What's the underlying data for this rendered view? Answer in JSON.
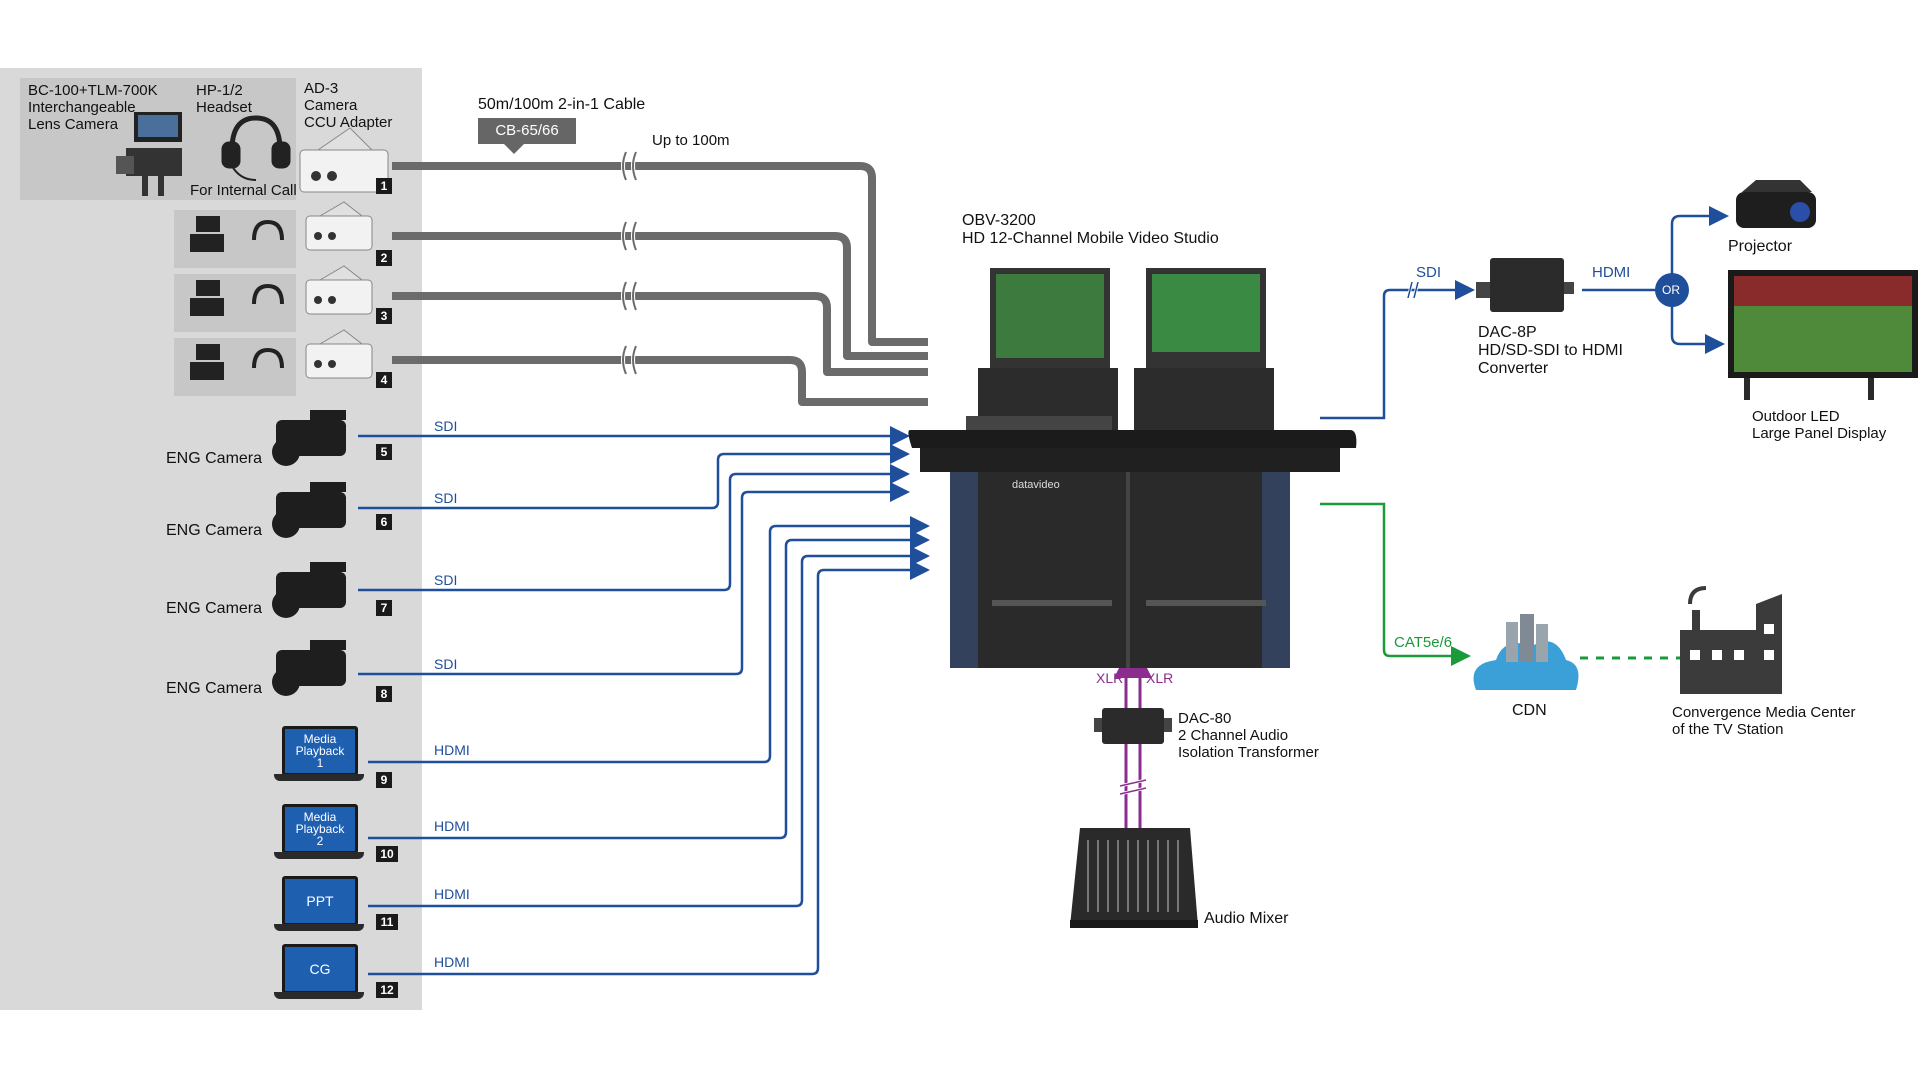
{
  "colors": {
    "panel": "#d9d9d9",
    "gray_cable": "#6b6b6b",
    "sdi_hdmi": "#1f4e9b",
    "network": "#1a9a3a",
    "audio": "#8b2d8f"
  },
  "ccu_group": {
    "camera_label_lines": [
      "BC-100+TLM-700K",
      "Interchangeable",
      "Lens Camera"
    ],
    "headset_label_lines": [
      "HP-1/2",
      "Headset"
    ],
    "adapter_label_lines": [
      "AD-3",
      "Camera",
      "CCU Adapter"
    ],
    "internal_call": "For Internal Call"
  },
  "cable": {
    "title": "50m/100m 2-in-1 Cable",
    "model": "CB-65/66",
    "distance": "Up to 100m"
  },
  "numbers": [
    "1",
    "2",
    "3",
    "4",
    "5",
    "6",
    "7",
    "8",
    "9",
    "10",
    "11",
    "12"
  ],
  "eng_cameras": [
    {
      "label": "ENG Camera",
      "link": "SDI"
    },
    {
      "label": "ENG Camera",
      "link": "SDI"
    },
    {
      "label": "ENG Camera",
      "link": "SDI"
    },
    {
      "label": "ENG Camera",
      "link": "SDI"
    }
  ],
  "laptops": [
    {
      "screen_lines": [
        "Media",
        "Playback",
        "1"
      ],
      "link": "HDMI"
    },
    {
      "screen_lines": [
        "Media",
        "Playback",
        "2"
      ],
      "link": "HDMI"
    },
    {
      "screen_lines": [
        "PPT"
      ],
      "link": "HDMI"
    },
    {
      "screen_lines": [
        "CG"
      ],
      "link": "HDMI"
    }
  ],
  "studio": {
    "model": "OBV-3200",
    "description": "HD 12-Channel Mobile Video Studio",
    "brand": "datavideo"
  },
  "output": {
    "sdi_label": "SDI",
    "converter_lines": [
      "DAC-8P",
      "HD/SD-SDI to HDMI",
      "Converter"
    ],
    "hdmi_label": "HDMI",
    "or_label": "OR",
    "projector": "Projector",
    "led_lines": [
      "Outdoor LED",
      "Large Panel Display"
    ]
  },
  "network": {
    "link": "CAT5e/6",
    "cdn": "CDN",
    "media_center_lines": [
      "Convergence Media Center",
      "of the TV Station"
    ]
  },
  "audio": {
    "xlr_left": "XLR",
    "xlr_right": "XLR",
    "transformer_lines": [
      "DAC-80",
      "2 Channel Audio",
      "Isolation Transformer"
    ],
    "mixer": "Audio Mixer"
  }
}
